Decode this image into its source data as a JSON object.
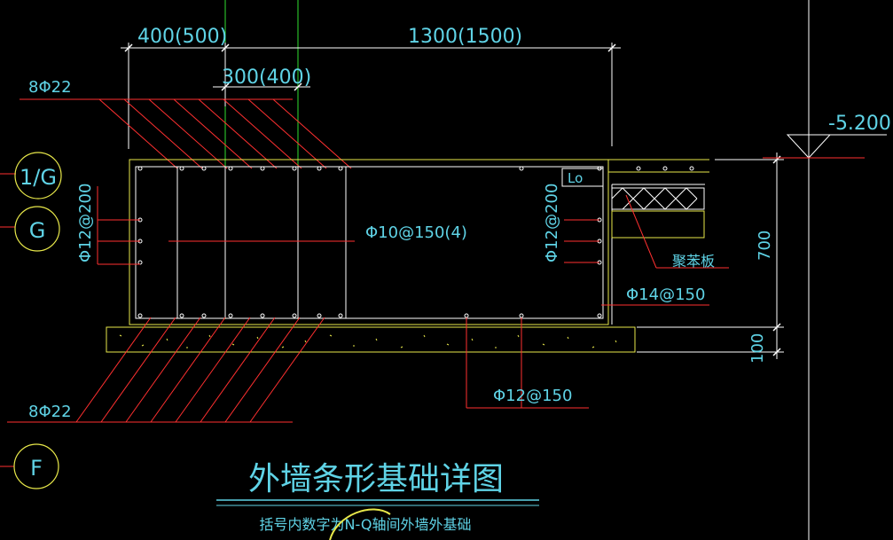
{
  "dimensions": {
    "top_left": "400(500)",
    "top_right": "1300(1500)",
    "inner": "300(400)",
    "right_height": "700",
    "bottom_height": "100"
  },
  "elevation": "-5.200",
  "grid_axes": {
    "a": "1/G",
    "b": "G",
    "c": "F"
  },
  "rebar": {
    "top_bars": "8Φ22",
    "bottom_bars": "8Φ22",
    "left_side": "Φ12@200",
    "right_side": "Φ12@200",
    "stirrup": "Φ10@150(4)",
    "slab_bar": "Φ14@150",
    "bottom_dist": "Φ12@150",
    "lap": "Lo"
  },
  "material_label": "聚苯板",
  "title": "外墙条形基础详图",
  "subtitle": "括号内数字为N-Q轴间外墙外基础",
  "colors": {
    "background": "#000000",
    "cyan": "#5fd3e6",
    "red": "#ff3030",
    "yellow": "#e8e84a",
    "white": "#ffffff",
    "green": "#30e030"
  }
}
